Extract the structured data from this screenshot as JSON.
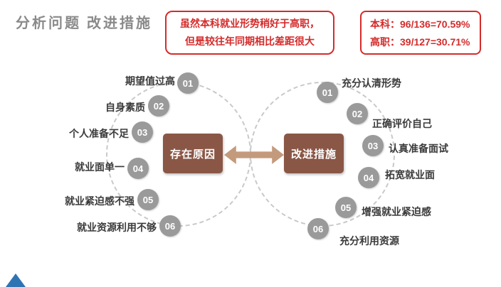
{
  "slide_title": "分析问题  改进措施",
  "callout": {
    "line1": "虽然本科就业形势稍好于高职，",
    "line2": "但是较往年同期相比差距很大"
  },
  "stats": {
    "benke": "本科：96/136=70.59%",
    "gaozhi": "高职：39/127=30.71%"
  },
  "causes": {
    "center_label": "存在原因",
    "items": [
      {
        "num": "01",
        "label": "期望值过高"
      },
      {
        "num": "02",
        "label": "自身素质"
      },
      {
        "num": "03",
        "label": "个人准备不足"
      },
      {
        "num": "04",
        "label": "就业面单一"
      },
      {
        "num": "05",
        "label": "就业紧迫感不强"
      },
      {
        "num": "06",
        "label": "就业资源利用不够"
      }
    ]
  },
  "measures": {
    "center_label": "改进措施",
    "items": [
      {
        "num": "01",
        "label": "充分认清形势"
      },
      {
        "num": "02",
        "label": "正确评价自己"
      },
      {
        "num": "03",
        "label": "认真准备面试"
      },
      {
        "num": "04",
        "label": "拓宽就业面"
      },
      {
        "num": "05",
        "label": "增强就业紧迫感"
      },
      {
        "num": "06",
        "label": "充分利用资源"
      }
    ]
  },
  "colors": {
    "accent_red": "#d42b2b",
    "brown_box": "#8a5746",
    "arrow_tan": "#c49a7c",
    "number_circle_gray": "#9a9a9a",
    "title_gray": "#8a8a8a",
    "corner_blue": "#2e74b5"
  }
}
